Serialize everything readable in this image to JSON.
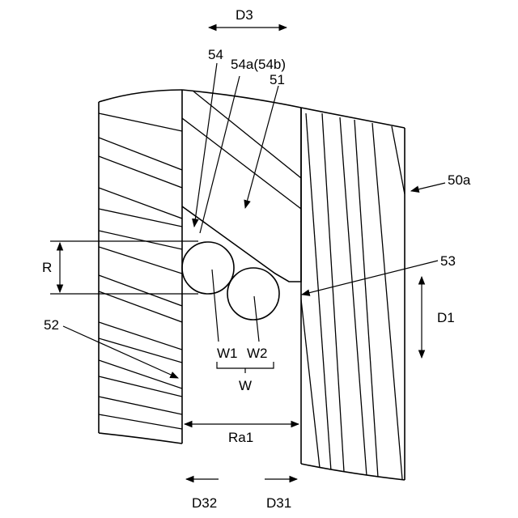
{
  "labels": {
    "D3": "D3",
    "n54": "54",
    "n54a": "54a(54b)",
    "n51": "51",
    "n50a": "50a",
    "R": "R",
    "n53": "53",
    "n52": "52",
    "D1": "D1",
    "W1": "W1",
    "W2": "W2",
    "W": "W",
    "Ra1": "Ra1",
    "D32": "D32",
    "D31": "D31"
  }
}
